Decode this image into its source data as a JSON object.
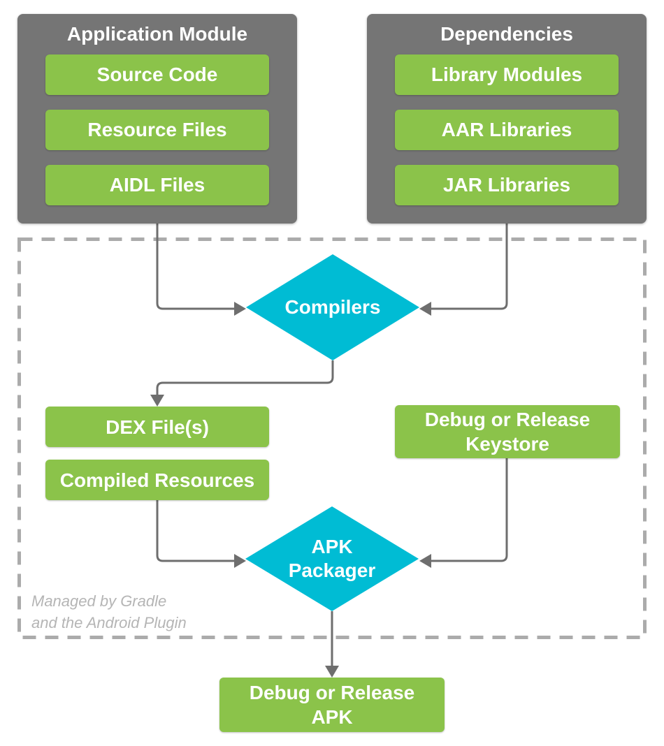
{
  "diagram": {
    "title_implicit": "Android build process",
    "colors": {
      "node_green": "#8BC34A",
      "group_gray": "#757575",
      "diamond_cyan": "#00BCD4",
      "connector_gray": "#6E6E6E",
      "dashed_border_gray": "#ABABAB",
      "note_gray": "#B5B5B5"
    },
    "groups": [
      {
        "title": "Application Module",
        "items": [
          "Source Code",
          "Resource Files",
          "AIDL Files"
        ]
      },
      {
        "title": "Dependencies",
        "items": [
          "Library Modules",
          "AAR Libraries",
          "JAR Libraries"
        ]
      }
    ],
    "nodes": {
      "compilers": "Compilers",
      "dex": "DEX File(s)",
      "compiled_resources": "Compiled Resources",
      "keystore": "Debug or Release Keystore",
      "apk_packager": "APK Packager",
      "output_apk": "Debug or Release APK"
    },
    "note": {
      "line1": "Managed by Gradle",
      "line2": "and the Android Plugin"
    },
    "edges": [
      {
        "from": "application-module",
        "to": "compilers"
      },
      {
        "from": "dependencies",
        "to": "compilers"
      },
      {
        "from": "compilers",
        "to": "dex-files"
      },
      {
        "from": "compiled-resources",
        "to": "apk-packager"
      },
      {
        "from": "debug-or-release-keystore",
        "to": "apk-packager"
      },
      {
        "from": "apk-packager",
        "to": "debug-or-release-apk"
      }
    ]
  }
}
